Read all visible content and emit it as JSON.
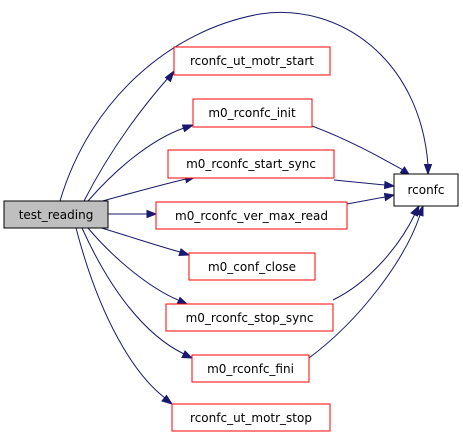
{
  "colors": {
    "edge": "#191970",
    "source_fill": "#bfbfbf",
    "source_stroke": "#000000",
    "callee_fill": "#ffffff",
    "callee_stroke": "#ff0000",
    "target_stroke": "#000000"
  },
  "nodes": {
    "test_reading": "test_reading",
    "rconfc_ut_motr_start": "rconfc_ut_motr_start",
    "m0_rconfc_init": "m0_rconfc_init",
    "m0_rconfc_start_sync": "m0_rconfc_start_sync",
    "m0_rconfc_ver_max_read": "m0_rconfc_ver_max_read",
    "m0_conf_close": "m0_conf_close",
    "m0_rconfc_stop_sync": "m0_rconfc_stop_sync",
    "m0_rconfc_fini": "m0_rconfc_fini",
    "rconfc_ut_motr_stop": "rconfc_ut_motr_stop",
    "rconfc": "rconfc"
  }
}
